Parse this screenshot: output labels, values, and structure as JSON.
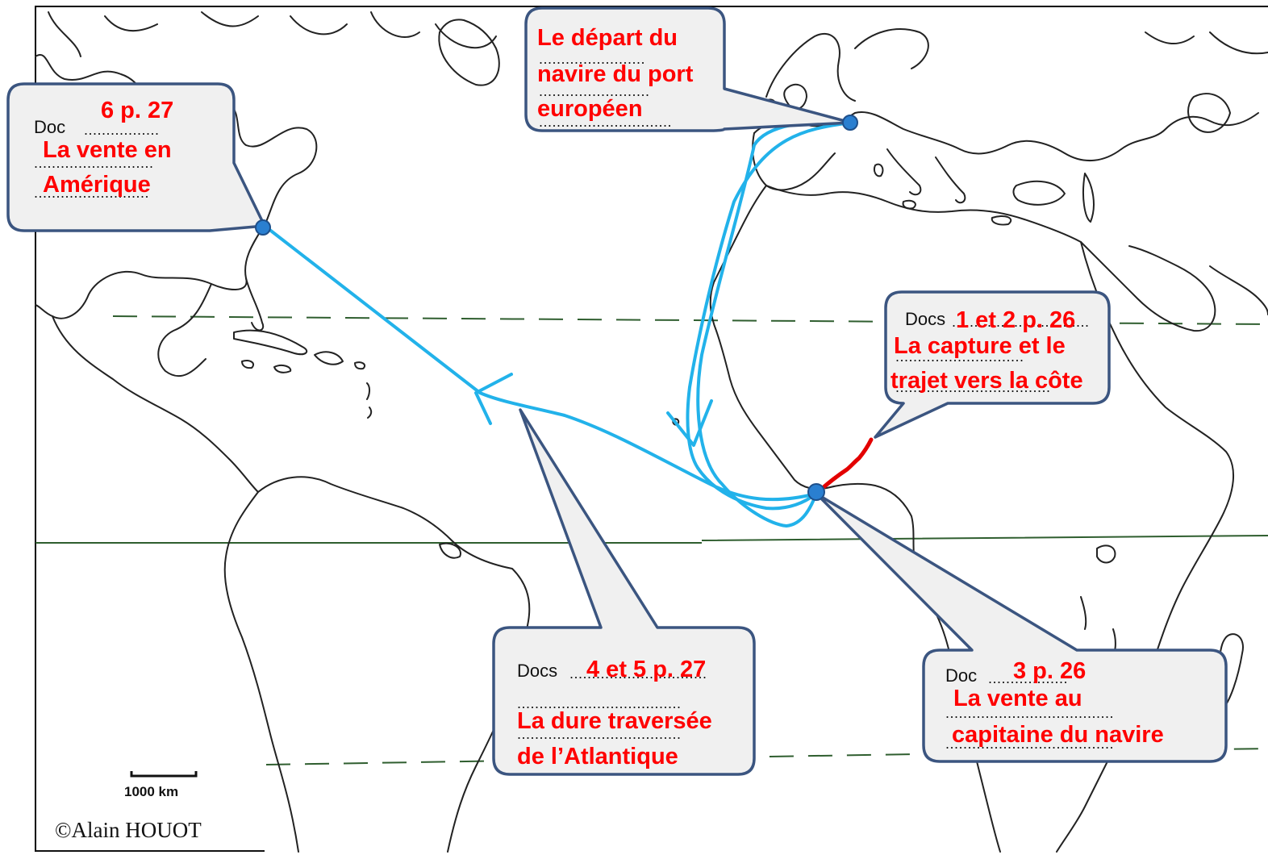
{
  "colors": {
    "route": "#22b2ea",
    "capture": "#e30000",
    "bubble_border": "#3b5580",
    "bubble_fill": "#f0f0f0",
    "answer_text": "#ff0000",
    "tropic_line": "#2f5e2f",
    "point": "#2a7fd0"
  },
  "callouts": {
    "america": {
      "prefix": "Doc",
      "dots": [
        ".................",
        "...........................",
        ".........................."
      ],
      "answer_ref": "6 p. 27",
      "answer_text": [
        "La vente en",
        "Amérique"
      ]
    },
    "europe": {
      "dots": [
        "........................",
        ".........................",
        ".............................."
      ],
      "answer_text": [
        "Le départ du",
        "navire du port",
        "européen"
      ]
    },
    "capture": {
      "prefix": "Docs",
      "dots": [
        "...............................",
        ".............................",
        "..................................."
      ],
      "answer_ref": "1 et 2 p. 26",
      "answer_text": [
        "La capture et le",
        "trajet vers la côte"
      ]
    },
    "crossing": {
      "prefix": "Docs",
      "dots": [
        "...............................",
        ".....................................",
        "....................................."
      ],
      "answer_ref": "4 et 5 p. 27",
      "answer_text": [
        "La dure traversée",
        "de l’Atlantique"
      ]
    },
    "sale": {
      "prefix": "Doc",
      "dots": [
        "..................",
        "......................................",
        "......................................"
      ],
      "answer_ref": "3 p. 26",
      "answer_text": [
        "La vente au",
        "capitaine du navire"
      ]
    }
  },
  "scale": {
    "label": "1000 km"
  },
  "credit": "©Alain HOUOT"
}
